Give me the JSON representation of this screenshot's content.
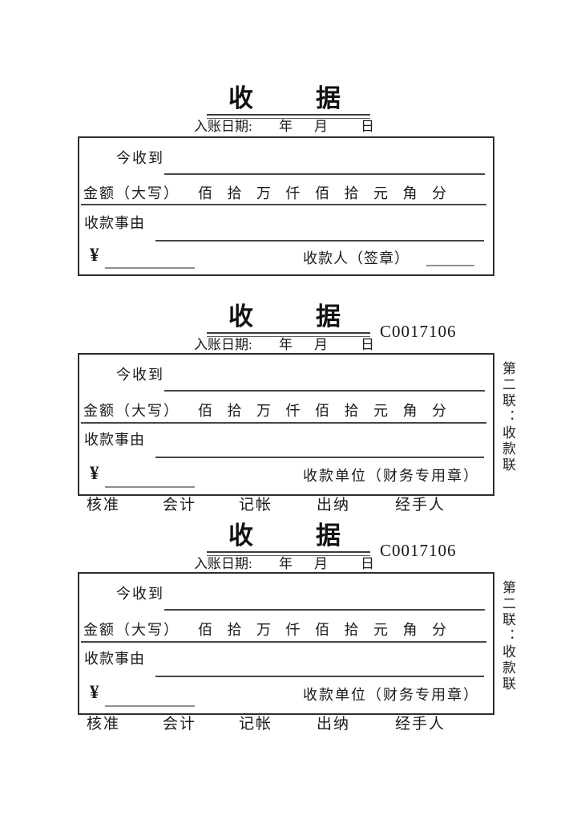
{
  "document": {
    "background_color": "#ffffff",
    "ink_color": "#1a1a1a",
    "gray_line_color": "#8f8f8f"
  },
  "receipts": [
    {
      "title_chars": [
        "收",
        "据"
      ],
      "date_label": "入账日期:",
      "date_units": [
        "年",
        "月",
        "日"
      ],
      "received_label": "今收到",
      "amount_label": "金额（大写）",
      "amount_units": [
        "佰",
        "拾",
        "万",
        "仟",
        "佰",
        "拾",
        "元",
        "角",
        "分"
      ],
      "reason_label": "收款事由",
      "currency_symbol": "¥",
      "sign_label": "收款人（签章）"
    },
    {
      "serial": "C0017106",
      "title_chars": [
        "收",
        "据"
      ],
      "date_label": "入账日期:",
      "date_units": [
        "年",
        "月",
        "日"
      ],
      "received_label": "今收到",
      "amount_label": "金额（大写）",
      "amount_units": [
        "佰",
        "拾",
        "万",
        "仟",
        "佰",
        "拾",
        "元",
        "角",
        "分"
      ],
      "reason_label": "收款事由",
      "currency_symbol": "¥",
      "sign_label": "收款单位（财务专用章）",
      "approver_labels": [
        "核准",
        "会计",
        "记帐",
        "出纳",
        "经手人"
      ],
      "copy_label": "第二联：收款联"
    },
    {
      "serial": "C0017106",
      "title_chars": [
        "收",
        "据"
      ],
      "date_label": "入账日期:",
      "date_units": [
        "年",
        "月",
        "日"
      ],
      "received_label": "今收到",
      "amount_label": "金额（大写）",
      "amount_units": [
        "佰",
        "拾",
        "万",
        "仟",
        "佰",
        "拾",
        "元",
        "角",
        "分"
      ],
      "reason_label": "收款事由",
      "currency_symbol": "¥",
      "sign_label": "收款单位（财务专用章）",
      "approver_labels": [
        "核准",
        "会计",
        "记帐",
        "出纳",
        "经手人"
      ],
      "copy_label": "第二联：收款联"
    }
  ]
}
